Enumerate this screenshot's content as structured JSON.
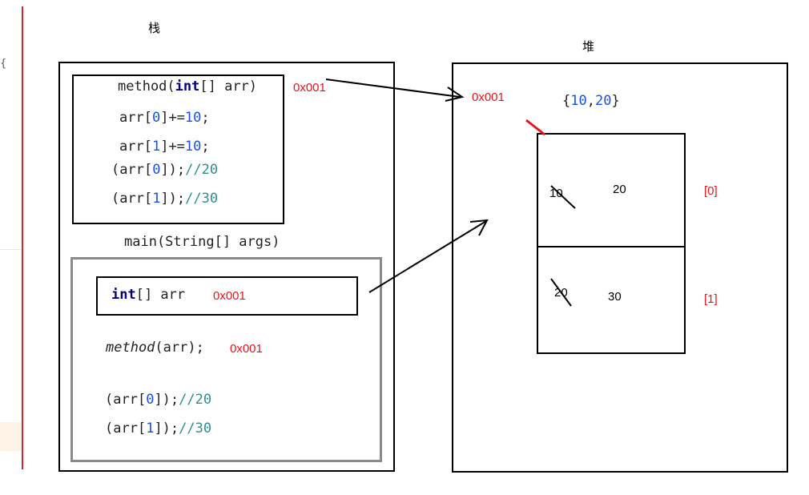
{
  "labels": {
    "stack": "栈",
    "heap": "堆"
  },
  "method_frame": {
    "signature_name": "method(",
    "signature_type": "int",
    "signature_rest": "[] arr)",
    "address": "0x001",
    "line1_a": "arr[",
    "line1_idx": "0",
    "line1_b": "]+=",
    "line1_val": "10",
    "line1_c": ";",
    "line2_a": "arr[",
    "line2_idx": "1",
    "line2_b": "]+=",
    "line2_val": "10",
    "line2_c": ";",
    "line3_a": "(arr[",
    "line3_idx": "0",
    "line3_b": "]);",
    "line3_cmt": "//20",
    "line4_a": "(arr[",
    "line4_idx": "1",
    "line4_b": "]);",
    "line4_cmt": "//30"
  },
  "main_frame": {
    "signature": "main(String[] args)",
    "decl_type": "int",
    "decl_rest": "[] arr",
    "decl_address": "0x001",
    "call_name": "method",
    "call_rest": "(arr);",
    "call_address": "0x001",
    "line1_a": "(arr[",
    "line1_idx": "0",
    "line1_b": "]);",
    "line1_cmt": "//20",
    "line2_a": "(arr[",
    "line2_idx": "1",
    "line2_b": "]);",
    "line2_cmt": "//30"
  },
  "heap": {
    "address": "0x001",
    "literal_open": "{",
    "literal_v1": "10",
    "literal_sep": ",",
    "literal_v2": "20",
    "literal_close": "}",
    "cell0_old": "10",
    "cell0_new": "20",
    "cell0_index": "[0]",
    "cell1_old": "20",
    "cell1_new": "30",
    "cell1_index": "[1]"
  },
  "sidebar": {
    "brace": "{"
  },
  "colors": {
    "accent_red": "#e8141b",
    "keyword": "#000080",
    "number": "#1750eb",
    "comment": "#2f8f8f"
  }
}
